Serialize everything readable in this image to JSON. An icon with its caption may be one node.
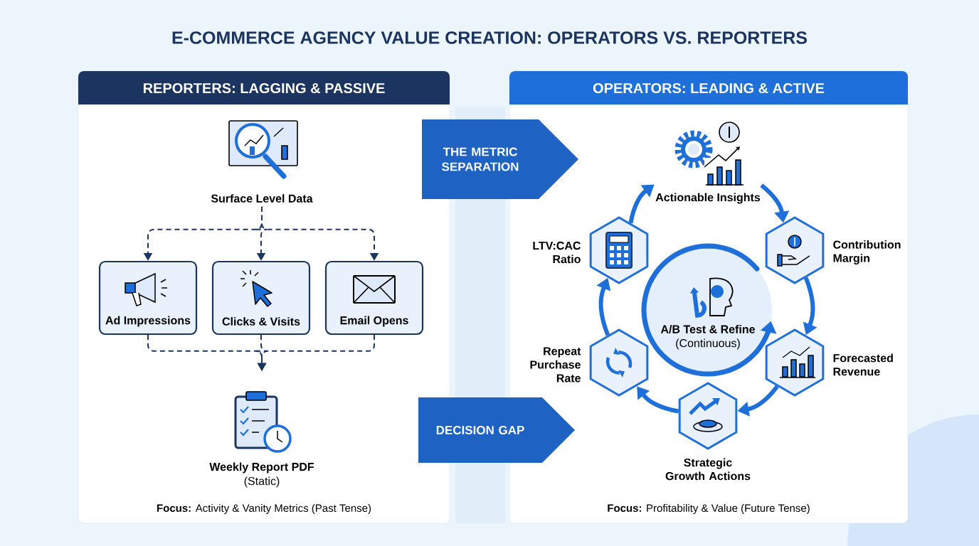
{
  "diagram": {
    "title": "E-COMMERCE AGENCY VALUE CREATION: OPERATORS VS. REPORTERS",
    "nodes": [
      {
        "text": [
          "REPORTERS: LAGGING & PASSIVE",
          "**Focus:** Activity & Vanity Metrics (Past Tense)"
        ]
      },
      {
        "text": [
          "Surface Level Data"
        ],
        "in": 0
      },
      {
        "text": [
          "Ad Impressions"
        ],
        "in": 0
      },
      {
        "text": [
          "Clicks & Visits"
        ],
        "in": 0
      },
      {
        "text": [
          "Email Opens"
        ],
        "in": 0
      },
      {
        "text": [
          "Weekly Report PDF",
          "(Static)"
        ],
        "in": 0
      },
      {
        "text": [
          "OPERATORS: LEADING & ACTIVE",
          "**Focus:** Profitability & Value (Future Tense)"
        ]
      },
      {
        "text": [
          "Actionable Insights"
        ],
        "in": 6
      },
      {
        "text": [
          "Contribution Margin"
        ],
        "in": 6
      },
      {
        "text": [
          "Forecasted Revenue"
        ],
        "in": 6
      },
      {
        "text": [
          "Strategic Growth Actions"
        ],
        "in": 6
      },
      {
        "text": [
          "Repeat Purchase Rate"
        ],
        "in": 6
      },
      {
        "text": [
          "LTV:CAC Ratio"
        ],
        "in": 6
      },
      {
        "text": [
          "A/B Test & Refine",
          "(Continuous)"
        ],
        "in": 6
      },
      {
        "text": [
          "THE METRIC SEPARATION"
        ]
      },
      {
        "text": [
          "DECISION GAP"
        ]
      }
    ],
    "edges": [
      {
        "from": 1,
        "to": 2,
        "arrow": "to",
        "style": "dashed"
      },
      {
        "from": 1,
        "to": 3,
        "arrow": "to",
        "style": "dashed"
      },
      {
        "from": 1,
        "to": 4,
        "arrow": "to",
        "style": "dashed"
      },
      {
        "from": 2,
        "to": 5,
        "arrow": "to",
        "style": "dashed"
      },
      {
        "from": 3,
        "to": 5,
        "arrow": "to",
        "style": "dashed"
      },
      {
        "from": 4,
        "to": 5,
        "arrow": "to",
        "style": "dashed"
      },
      {
        "from": 7,
        "to": 8,
        "arrow": "to",
        "style": "thick",
        "color": "#1e6fd9"
      },
      {
        "from": 8,
        "to": 9,
        "arrow": "to",
        "style": "thick",
        "color": "#1e6fd9"
      },
      {
        "from": 9,
        "to": 10,
        "arrow": "to",
        "style": "thick",
        "color": "#1e6fd9"
      },
      {
        "from": 10,
        "to": 11,
        "arrow": "to",
        "style": "thick",
        "color": "#1e6fd9"
      },
      {
        "from": 11,
        "to": 12,
        "arrow": "to",
        "style": "thick",
        "color": "#1e6fd9"
      },
      {
        "from": 12,
        "to": 7,
        "arrow": "to",
        "style": "thick",
        "color": "#1e6fd9"
      }
    ]
  }
}
